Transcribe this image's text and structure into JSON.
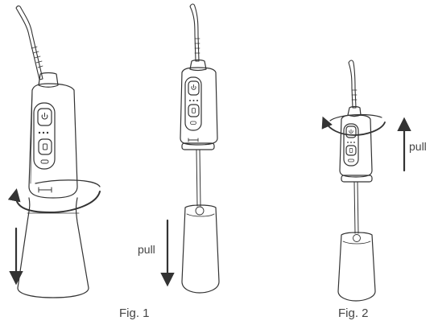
{
  "figures": [
    {
      "caption": "Fig. 1"
    },
    {
      "caption": "Fig. 2"
    }
  ],
  "labels": {
    "pull_fig1": "pull",
    "pull_fig2": "pull"
  },
  "colors": {
    "line": "#333333",
    "text": "#444444"
  }
}
